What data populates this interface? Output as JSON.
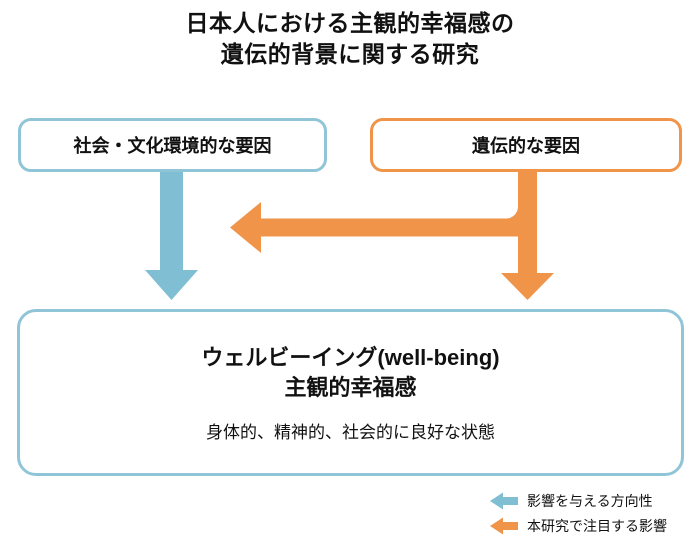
{
  "title": {
    "line1": "日本人における主観的幸福感の",
    "line2": "遺伝的背景に関する研究"
  },
  "boxes": {
    "social": {
      "label": "社会・文化環境的な要因"
    },
    "genetic": {
      "label": "遺伝的な要因"
    },
    "wellbeing": {
      "title_line1": "ウェルビーイング(well-being)",
      "title_line2": "主観的幸福感",
      "subtitle": "身体的、精神的、社会的に良好な状態"
    }
  },
  "arrows": {
    "social_to_wellbeing": "blue-down-arrow",
    "genetic_to_wellbeing_and_social": "orange-branch-arrow"
  },
  "legend": {
    "items": [
      {
        "icon": "blue-left-arrow",
        "label": "影響を与える方向性"
      },
      {
        "icon": "orange-left-arrow",
        "label": "本研究で注目する影響"
      }
    ]
  },
  "colors": {
    "arrow_blue": "#7FBED3",
    "box_border_blue": "#8FC5D7",
    "arrow_orange": "#F0944A",
    "box_border_orange": "#F0944A",
    "text": "#111111",
    "background": "#FFFFFF"
  }
}
